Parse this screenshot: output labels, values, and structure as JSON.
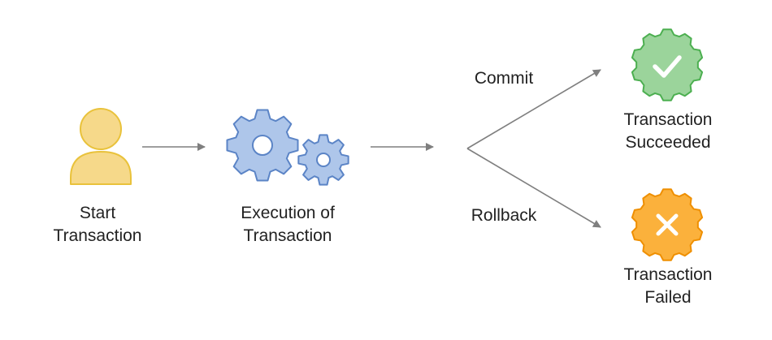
{
  "nodes": {
    "start": {
      "line1": "Start",
      "line2": "Transaction",
      "icon": "user-icon"
    },
    "execution": {
      "line1": "Execution of",
      "line2": "Transaction",
      "icon": "gears-icon"
    },
    "succeeded": {
      "line1": "Transaction",
      "line2": "Succeeded",
      "icon": "check-gear-icon"
    },
    "failed": {
      "line1": "Transaction",
      "line2": "Failed",
      "icon": "cross-gear-icon"
    }
  },
  "edges": {
    "commit": {
      "label": "Commit"
    },
    "rollback": {
      "label": "Rollback"
    }
  },
  "colors": {
    "user_fill": "#f6d98a",
    "user_stroke": "#e9c23b",
    "gear_fill": "#aec6ea",
    "gear_stroke": "#5b84c6",
    "success_fill": "#9bd49b",
    "success_stroke": "#4caf50",
    "fail_fill": "#fbb13c",
    "fail_stroke": "#ef8f00",
    "arrow": "#7f7f7f"
  }
}
